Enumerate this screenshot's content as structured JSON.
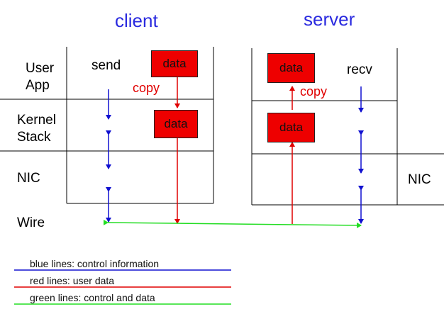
{
  "titles": {
    "client": "client",
    "server": "server"
  },
  "client": {
    "rows": {
      "user_app": "User App",
      "kernel_stack": "Kernel Stack",
      "nic": "NIC"
    },
    "send_label": "send",
    "app_buffer": "data",
    "kernel_buffer": "data",
    "copy_label": "copy"
  },
  "server": {
    "recv_label": "recv",
    "app_buffer": "data",
    "kernel_buffer": "data",
    "copy_label": "copy",
    "nic_label": "NIC"
  },
  "wire_label": "Wire",
  "legend": {
    "blue": {
      "text": "blue lines: control information",
      "color": "#1010d0"
    },
    "red": {
      "text": "red lines: user data",
      "color": "#e00000"
    },
    "green": {
      "text": "green lines: control and data",
      "color": "#22dd22"
    }
  }
}
